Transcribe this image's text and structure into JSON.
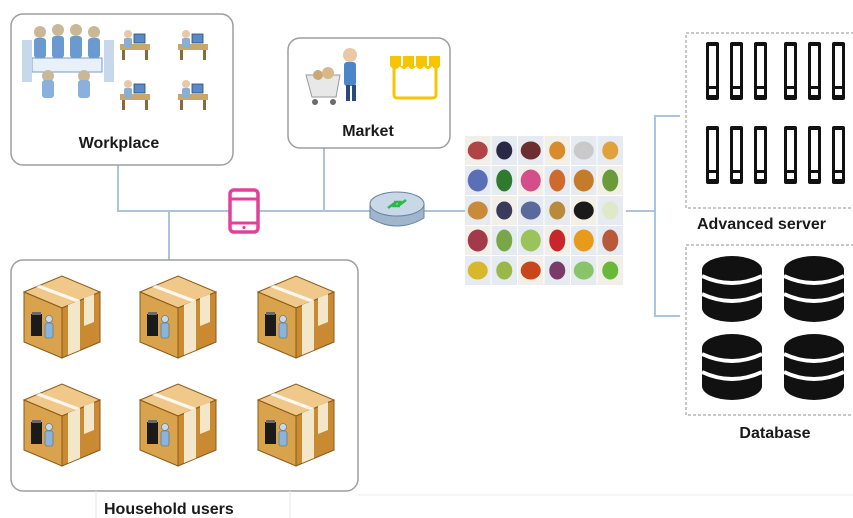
{
  "labels": {
    "workplace": "Workplace",
    "market": "Market",
    "household": "Household users",
    "advanced_server": "Advanced server",
    "database": "Database"
  },
  "colors": {
    "connector": "#a9c4dc",
    "phone": "#e2419a",
    "shop_awning": "#f6c400",
    "router": "#b9cbdc",
    "router_arrows": "#2fb84a",
    "box_cardboard": "#d9a24c",
    "server_icon": "#111111"
  },
  "icons": {
    "workplace": [
      "meeting-group-icon",
      "desk-worker-icon",
      "desk-worker-icon",
      "desk-worker-icon",
      "desk-worker-icon"
    ],
    "market": [
      "shopper-cart-icon",
      "shop-storefront-icon"
    ],
    "hub": [
      "smartphone-icon",
      "router-icon"
    ],
    "dataset": "food-image-grid",
    "household": "house-box-icon",
    "advanced_server": "server-rack-icon",
    "database": "database-cylinder-icon"
  },
  "food_grid_colors": [
    [
      "#b04545",
      "#2a2a46",
      "#6b2f2f",
      "#d98a2a",
      "#c9c9c9",
      "#e0a23a"
    ],
    [
      "#5a6fb5",
      "#2f7a2f",
      "#d44f8a",
      "#cf6a2e",
      "#c47b2a",
      "#6a9a3a"
    ],
    [
      "#c98a3a",
      "#3a3a5a",
      "#5a6a9a",
      "#b98a3a",
      "#1a1a1a",
      "#dfe8c8"
    ],
    [
      "#a23a4a",
      "#7aa64a",
      "#9ac45a",
      "#c8262a",
      "#e89a1a",
      "#b85a3a"
    ],
    [
      "#d8b82a",
      "#9ab84a",
      "#c8461a",
      "#7a3a6a",
      "#8ac46a",
      "#6ab83a"
    ]
  ]
}
